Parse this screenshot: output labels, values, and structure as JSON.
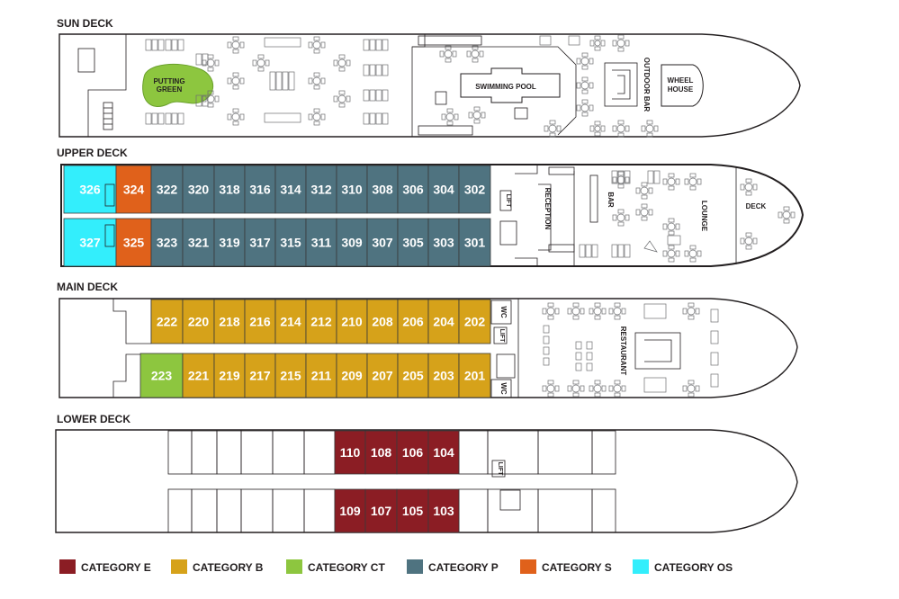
{
  "colors": {
    "E": "#8b1d24",
    "B": "#d6a21a",
    "CT": "#8dc63f",
    "P": "#4f7380",
    "S": "#e0611b",
    "OS": "#33eefc"
  },
  "decks": {
    "sun": {
      "title": "SUN DECK",
      "putting_green": [
        "PUTTING",
        "GREEN"
      ],
      "swimming_pool": "SWIMMING POOL",
      "outdoor_bar": "OUTDOOR BAR",
      "wheel_house": [
        "WHEEL",
        "HOUSE"
      ]
    },
    "upper": {
      "title": "UPPER DECK",
      "lift": "LIFT",
      "reception": "RECEPTION",
      "bar": "BAR",
      "lounge": "LOUNGE",
      "deck": "DECK"
    },
    "main": {
      "title": "MAIN DECK",
      "wc": "WC",
      "lift": "LIFT",
      "restaurant": "RESTAURANT"
    },
    "lower": {
      "title": "LOWER DECK",
      "lift": "LIFT"
    }
  },
  "cabins": {
    "upper_top": [
      {
        "num": "326",
        "cat": "OS"
      },
      {
        "num": "324",
        "cat": "S"
      },
      {
        "num": "322",
        "cat": "P"
      },
      {
        "num": "320",
        "cat": "P"
      },
      {
        "num": "318",
        "cat": "P"
      },
      {
        "num": "316",
        "cat": "P"
      },
      {
        "num": "314",
        "cat": "P"
      },
      {
        "num": "312",
        "cat": "P"
      },
      {
        "num": "310",
        "cat": "P"
      },
      {
        "num": "308",
        "cat": "P"
      },
      {
        "num": "306",
        "cat": "P"
      },
      {
        "num": "304",
        "cat": "P"
      },
      {
        "num": "302",
        "cat": "P"
      }
    ],
    "upper_bottom": [
      {
        "num": "327",
        "cat": "OS"
      },
      {
        "num": "325",
        "cat": "S"
      },
      {
        "num": "323",
        "cat": "P"
      },
      {
        "num": "321",
        "cat": "P"
      },
      {
        "num": "319",
        "cat": "P"
      },
      {
        "num": "317",
        "cat": "P"
      },
      {
        "num": "315",
        "cat": "P"
      },
      {
        "num": "311",
        "cat": "P"
      },
      {
        "num": "309",
        "cat": "P"
      },
      {
        "num": "307",
        "cat": "P"
      },
      {
        "num": "305",
        "cat": "P"
      },
      {
        "num": "303",
        "cat": "P"
      },
      {
        "num": "301",
        "cat": "P"
      }
    ],
    "main_top": [
      {
        "num": "222",
        "cat": "B"
      },
      {
        "num": "220",
        "cat": "B"
      },
      {
        "num": "218",
        "cat": "B"
      },
      {
        "num": "216",
        "cat": "B"
      },
      {
        "num": "214",
        "cat": "B"
      },
      {
        "num": "212",
        "cat": "B"
      },
      {
        "num": "210",
        "cat": "B"
      },
      {
        "num": "208",
        "cat": "B"
      },
      {
        "num": "206",
        "cat": "B"
      },
      {
        "num": "204",
        "cat": "B"
      },
      {
        "num": "202",
        "cat": "B"
      }
    ],
    "main_bottom": [
      {
        "num": "223",
        "cat": "CT"
      },
      {
        "num": "221",
        "cat": "B"
      },
      {
        "num": "219",
        "cat": "B"
      },
      {
        "num": "217",
        "cat": "B"
      },
      {
        "num": "215",
        "cat": "B"
      },
      {
        "num": "211",
        "cat": "B"
      },
      {
        "num": "209",
        "cat": "B"
      },
      {
        "num": "207",
        "cat": "B"
      },
      {
        "num": "205",
        "cat": "B"
      },
      {
        "num": "203",
        "cat": "B"
      },
      {
        "num": "201",
        "cat": "B"
      }
    ],
    "lower_top": [
      {
        "num": "110",
        "cat": "E"
      },
      {
        "num": "108",
        "cat": "E"
      },
      {
        "num": "106",
        "cat": "E"
      },
      {
        "num": "104",
        "cat": "E"
      }
    ],
    "lower_bottom": [
      {
        "num": "109",
        "cat": "E"
      },
      {
        "num": "107",
        "cat": "E"
      },
      {
        "num": "105",
        "cat": "E"
      },
      {
        "num": "103",
        "cat": "E"
      }
    ]
  },
  "legend": [
    {
      "cat": "E",
      "label": "CATEGORY E"
    },
    {
      "cat": "B",
      "label": "CATEGORY B"
    },
    {
      "cat": "CT",
      "label": "CATEGORY CT"
    },
    {
      "cat": "P",
      "label": "CATEGORY P"
    },
    {
      "cat": "S",
      "label": "CATEGORY S"
    },
    {
      "cat": "OS",
      "label": "CATEGORY OS"
    }
  ]
}
